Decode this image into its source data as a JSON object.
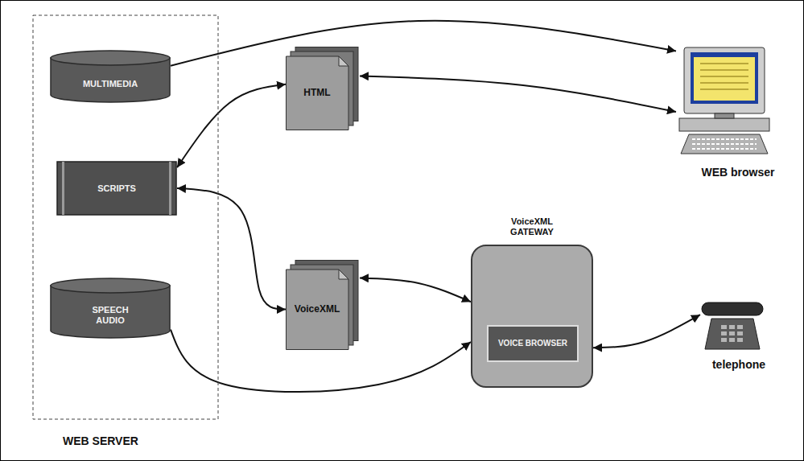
{
  "diagram": {
    "nodes": [
      {
        "text": [
          "WEB SERVER"
        ]
      },
      {
        "text": [
          "MULTIMEDIA"
        ],
        "in": 0
      },
      {
        "text": [
          "SCRIPTS"
        ],
        "in": 0
      },
      {
        "text": [
          "SPEECH AUDIO"
        ],
        "in": 0
      },
      {
        "text": [
          "HTML"
        ]
      },
      {
        "text": [
          "VoiceXML"
        ]
      },
      {
        "text": [
          "VoiceXML GATEWAY"
        ]
      },
      {
        "text": [
          "VOICE BROWSER"
        ],
        "in": 6
      },
      {
        "text": [
          "WEB browser"
        ]
      },
      {
        "text": [
          "telephone"
        ]
      }
    ],
    "edges": [
      {
        "from": 1,
        "to": 8,
        "arrow": "to"
      },
      {
        "from": 2,
        "to": 4,
        "arrow": "both"
      },
      {
        "from": 4,
        "to": 8,
        "arrow": "both"
      },
      {
        "from": 2,
        "to": 5,
        "arrow": "both"
      },
      {
        "from": 5,
        "to": 6,
        "arrow": "both"
      },
      {
        "from": 3,
        "to": 6,
        "arrow": "to"
      },
      {
        "from": 6,
        "to": 9,
        "arrow": "both"
      }
    ]
  }
}
